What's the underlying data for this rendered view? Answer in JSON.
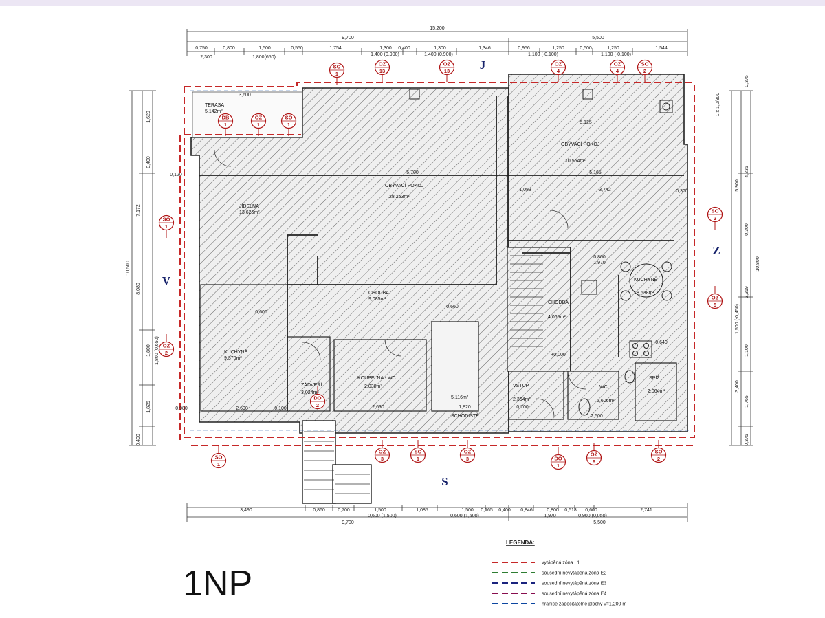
{
  "floor_label": "1NP",
  "compass": {
    "north": "J",
    "south": "S",
    "west": "V",
    "east": "Z"
  },
  "rooms": [
    {
      "name": "TERASA",
      "area": "5,142m²"
    },
    {
      "name": "JÍDELNA",
      "area": "13,625m²"
    },
    {
      "name": "OBÝVACÍ POKOJ",
      "area": "28,253m²"
    },
    {
      "name": "OBÝVACÍ POKOJ",
      "area": "10,554m²"
    },
    {
      "name": "CHODBA",
      "area": "9,085m²"
    },
    {
      "name": "KUCHYNĚ",
      "area": "9,370m²"
    },
    {
      "name": "ZÁDVEŘÍ",
      "area": "3,024m²"
    },
    {
      "name": "KOUPELNA - WC",
      "area": "2,030m²"
    },
    {
      "name": "SCHODIŠTĚ",
      "area": "5,116m²"
    },
    {
      "name": "CHODBA",
      "area": "4,065m²"
    },
    {
      "name": "KUCHYNĚ",
      "area": "8,638m²"
    },
    {
      "name": "VSTUP",
      "area": "2,364m²"
    },
    {
      "name": "WC",
      "area": "2,606m²"
    },
    {
      "name": "SPÍŽ",
      "area": "2,064m²"
    }
  ],
  "tags": [
    {
      "code": "SO",
      "num": "1"
    },
    {
      "code": "OZ",
      "num": "13"
    },
    {
      "code": "OZ",
      "num": "13"
    },
    {
      "code": "OZ",
      "num": "4"
    },
    {
      "code": "OZ",
      "num": "4"
    },
    {
      "code": "SO",
      "num": "2"
    },
    {
      "code": "DB",
      "num": "1"
    },
    {
      "code": "OZ",
      "num": "1"
    },
    {
      "code": "SO",
      "num": "1"
    },
    {
      "code": "SO",
      "num": "1"
    },
    {
      "code": "OZ",
      "num": "2"
    },
    {
      "code": "SO",
      "num": "2"
    },
    {
      "code": "OZ",
      "num": "5"
    },
    {
      "code": "SO",
      "num": "1"
    },
    {
      "code": "OZ",
      "num": "3"
    },
    {
      "code": "SO",
      "num": "1"
    },
    {
      "code": "OZ",
      "num": "3"
    },
    {
      "code": "DO",
      "num": "1"
    },
    {
      "code": "OZ",
      "num": "6"
    },
    {
      "code": "SO",
      "num": "2"
    },
    {
      "code": "DO",
      "num": "2"
    }
  ],
  "dimensions": {
    "top_overall": "15,200",
    "top_left": "9,700",
    "top_right": "5,500",
    "top_row": [
      "0,750",
      "0,800",
      "1,500",
      "0,550",
      "1,754",
      "1,300",
      "0,400",
      "1,300",
      "1,346",
      "0,956",
      "1,250",
      "0,500",
      "1,250",
      "1,544"
    ],
    "top_sub": [
      "2,300",
      "1,800(650)",
      "1,400 (0,900)",
      "1,400 (0,900)",
      "1,100 (-0,100)",
      "1,100 (-0,100)"
    ],
    "bottom_row": [
      "3,490",
      "0,860",
      "0,700",
      "1,500",
      "1,085",
      "1,500",
      "0,165",
      "0,400",
      "0,846",
      "0,800",
      "0,513",
      "0,600",
      "2,741"
    ],
    "bottom_sub": [
      "0,600 (1,500)",
      "0,600 (1,500)",
      "1,970",
      "0,900 (0,050)"
    ],
    "bottom_left": "9,700",
    "bottom_right": "5,500",
    "left_overall": "10,500",
    "left_mid": "7,172",
    "left_low": "8,080",
    "left_vals": [
      "1,620",
      "0,400",
      "1,800",
      "1,825",
      "0,400"
    ],
    "left_sub": "1,800 (0,650)",
    "right_overall": "10,800",
    "right_vals": [
      "0,375",
      "4,235",
      "5,900",
      "3,319",
      "1,100",
      "3,400",
      "1,765",
      "0,375"
    ],
    "right_sub": [
      "1,500 (-0,450)",
      "0,300"
    ],
    "right_extra": "1 x 1,0/300",
    "interior": [
      "3,600",
      "5,700",
      "5,125",
      "5,165",
      "1,083",
      "3,742",
      "2,690",
      "2,630",
      "1,820",
      "0,100",
      "0,600",
      "0,120",
      "0,980",
      "0,300",
      "0,800",
      "1,970",
      "2,500",
      "+0,000",
      "0,700",
      "0,660",
      "0,640"
    ]
  },
  "legend": {
    "title": "LEGENDA:",
    "items": [
      {
        "label": "vytápěná zóna I 1",
        "color": "#c62828"
      },
      {
        "label": "sousední nevytápěná zóna E2",
        "color": "#2e7d32"
      },
      {
        "label": "sousední nevytápěná zóna E3",
        "color": "#1a237e"
      },
      {
        "label": "sousední nevytápěná zóna E4",
        "color": "#880e4f"
      },
      {
        "label": "hranice započitatelné plochy v=1,200 m",
        "color": "#0d47a1"
      }
    ]
  }
}
